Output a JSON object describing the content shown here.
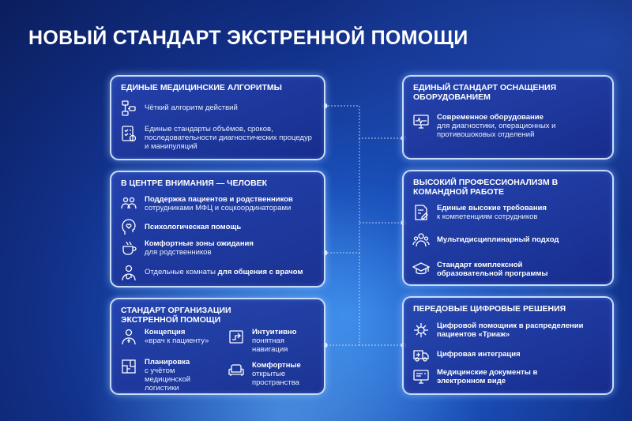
{
  "title": "НОВЫЙ СТАНДАРТ ЭКСТРЕННОЙ ПОМОЩИ",
  "colors": {
    "card_border": "#d2e6ff",
    "card_fill": "#26449f",
    "connector": "#cfe0ff"
  },
  "left": [
    {
      "title": "ЕДИНЫЕ МЕДИЦИНСКИЕ АЛГОРИТМЫ",
      "items": [
        {
          "icon": "flowchart-icon",
          "text": "Чёткий алгоритм действий"
        },
        {
          "icon": "checklist-icon",
          "text": "Единые стандарты объёмов, сроков, последовательности диагностических процедур и манипуляций"
        }
      ]
    },
    {
      "title": "В ЦЕНТРЕ ВНИМАНИЯ — ЧЕЛОВЕК",
      "items": [
        {
          "icon": "family-icon",
          "text_bold": "Поддержка пациентов и родственников",
          "text": "сотрудниками МФЦ и соцкоординаторами"
        },
        {
          "icon": "head-heart-icon",
          "text": "Психологическая помощь"
        },
        {
          "icon": "coffee-cup-icon",
          "text_bold": "Комфортные зоны ожидания",
          "text": "для родственников"
        },
        {
          "icon": "doctor-icon",
          "text": "Отдельные комнаты",
          "text_bold": "для общения с врачом"
        }
      ]
    },
    {
      "title": "СТАНДАРТ ОРГАНИЗАЦИИ ЭКСТРЕННОЙ ПОМОЩИ",
      "items": [
        {
          "icon": "doctor-badge-icon",
          "text_bold": "Концепция",
          "text": "«врач к пациенту»"
        },
        {
          "icon": "navigation-map-icon",
          "text_bold": "Интуитивно",
          "text": "понятная навигация"
        },
        {
          "icon": "floor-plan-icon",
          "text_bold": "Планировка",
          "text": "с учётом медицинской логистики"
        },
        {
          "icon": "sofa-icon",
          "text_bold": "Комфортные",
          "text": "открытые пространства"
        }
      ]
    }
  ],
  "right": [
    {
      "title": "ЕДИНЫЙ СТАНДАРТ ОСНАЩЕНИЯ ОБОРУДОВАНИЕМ",
      "items": [
        {
          "icon": "medical-monitor-icon",
          "text_bold": "Современное оборудование",
          "text": "для диагностики, операционных и противошоковых отделений"
        }
      ]
    },
    {
      "title": "ВЫСОКИЙ ПРОФЕССИОНАЛИЗМ В КОМАНДНОЙ РАБОТЕ",
      "items": [
        {
          "icon": "document-pen-icon",
          "text_bold": "Единые высокие требования",
          "text": "к компетенциям сотрудников"
        },
        {
          "icon": "team-icon",
          "text_bold": "Мультидисциплинарный подход"
        },
        {
          "icon": "graduation-cap-icon",
          "text_bold": "Стандарт комплексной образовательной программы"
        }
      ]
    },
    {
      "title": "ПЕРЕДОВЫЕ ЦИФРОВЫЕ РЕШЕНИЯ",
      "items": [
        {
          "icon": "digital-brain-icon",
          "text_bold": "Цифровой помощник в распределении пациентов «Триаж»"
        },
        {
          "icon": "ambulance-icon",
          "text_bold": "Цифровая интеграция"
        },
        {
          "icon": "digital-documents-icon",
          "text_bold": "Медицинские документы в электронном виде"
        }
      ]
    }
  ]
}
